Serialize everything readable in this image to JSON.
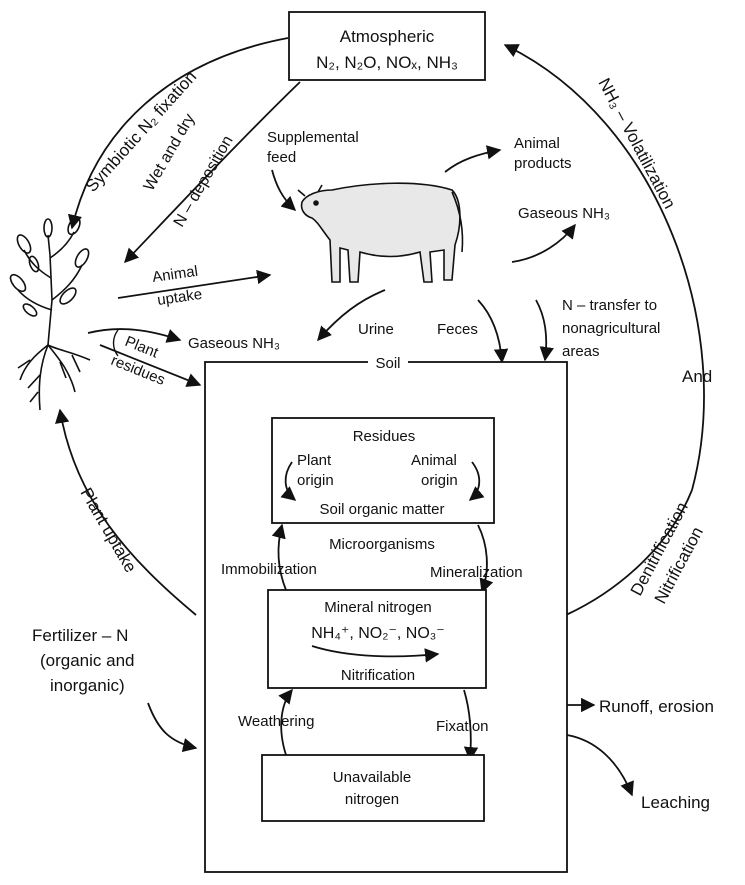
{
  "atmosphere": {
    "title": "Atmospheric",
    "formula": "N₂, N₂O, NOₓ, NH₃"
  },
  "flows": {
    "symbiotic": "Symbiotic N₂ fixation",
    "wet_dry": "Wet and dry",
    "n_deposition": "N – deposition",
    "volatilization": "NH₃ – Volatilization",
    "supplemental": [
      "Supplemental",
      "feed"
    ],
    "animal_products": [
      "Animal",
      "products"
    ],
    "gaseous_nh3_cow": "Gaseous NH₃",
    "animal_uptake": [
      "Animal",
      "uptake"
    ],
    "plant_residues": [
      "Plant",
      "residues"
    ],
    "gaseous_nh3_soil": "Gaseous NH₃",
    "urine": "Urine",
    "feces": "Feces",
    "n_transfer": [
      "N – transfer to",
      "nonagricultural",
      "areas"
    ],
    "and": "And",
    "denitrification": "Denitrification",
    "nitrification_side": "Nitrification",
    "plant_uptake": "Plant uptake",
    "fertilizer": [
      "Fertilizer – N",
      "(organic and",
      "inorganic)"
    ],
    "runoff": "Runoff, erosion",
    "leaching": "Leaching"
  },
  "soil": {
    "label": "Soil",
    "residues": {
      "title": "Residues",
      "plant_origin": [
        "Plant",
        "origin"
      ],
      "animal_origin": [
        "Animal",
        "origin"
      ],
      "som": "Soil organic matter"
    },
    "microorganisms": "Microorganisms",
    "immobilization": "Immobilization",
    "mineralization": "Mineralization",
    "mineral": {
      "title": "Mineral nitrogen",
      "ions": "NH₄⁺, NO₂⁻, NO₃⁻",
      "nitrification": "Nitrification"
    },
    "weathering": "Weathering",
    "fixation": "Fixation",
    "unavailable": [
      "Unavailable",
      "nitrogen"
    ]
  }
}
